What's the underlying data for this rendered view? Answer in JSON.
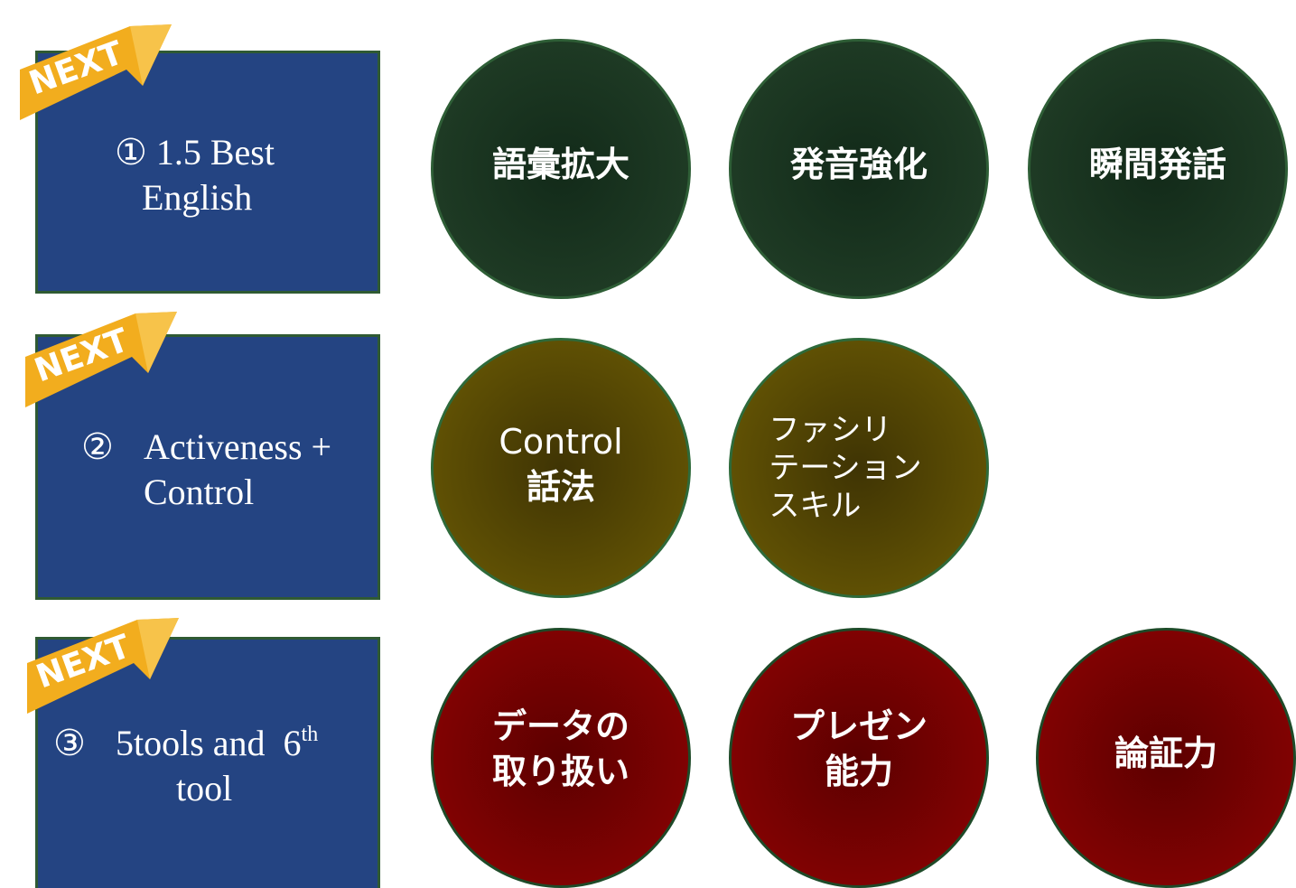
{
  "colors": {
    "box_blue": "#244482",
    "border_green": "#2f5a33",
    "tag_yellow": "#f2ad1e",
    "circle_green": "#1e3a24",
    "circle_olive": "#5f5004",
    "circle_red": "#800202"
  },
  "rows": [
    {
      "tag": "NEXT",
      "box_lines": [
        "① 1.5 Best",
        "English"
      ],
      "circles": [
        {
          "lines": [
            "語彙拡大"
          ]
        },
        {
          "lines": [
            "発音強化"
          ]
        },
        {
          "lines": [
            "瞬間発話"
          ]
        }
      ]
    },
    {
      "tag": "NEXT",
      "box_num": "②",
      "box_lines": [
        "Activeness +",
        "Control"
      ],
      "circles": [
        {
          "lines": [
            "Control",
            "話法"
          ]
        },
        {
          "lines": [
            "ファシリ",
            "テーション",
            "スキル"
          ]
        }
      ]
    },
    {
      "tag": "NEXT",
      "box_num": "③",
      "box_line1_main": "5tools and  6",
      "box_line1_sup": "th",
      "box_lines": [
        "tool"
      ],
      "circles": [
        {
          "lines": [
            "データの",
            "取り扱い"
          ]
        },
        {
          "lines": [
            "プレゼン",
            "能力"
          ]
        },
        {
          "lines": [
            "論証力"
          ]
        }
      ]
    }
  ]
}
